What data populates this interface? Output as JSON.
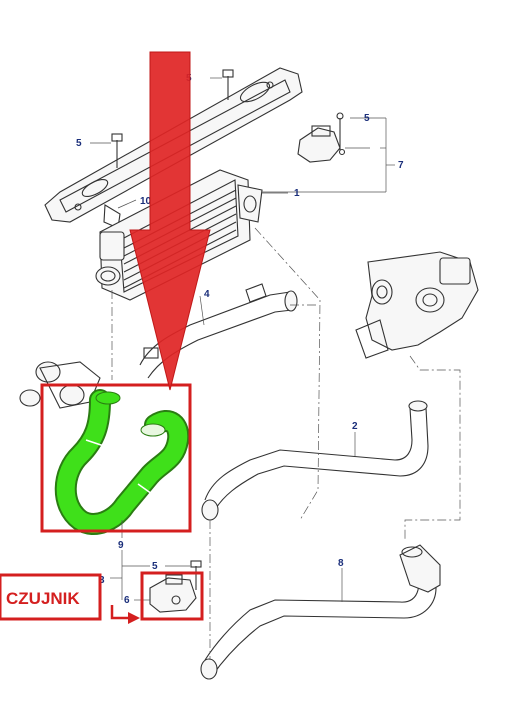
{
  "callouts": {
    "sensor_label": "CZUJNIK",
    "arrow_color": "#e02424",
    "highlight_color": "#d41f1f",
    "hose_highlight_color": "#3fe01a"
  },
  "part_numbers": {
    "n1": "1",
    "n2": "2",
    "n3": "3",
    "n4": "4",
    "n5_top": "5",
    "n5_left": "5",
    "n5_right": "5",
    "n5_bottom": "5",
    "n6": "6",
    "n7": "7",
    "n8": "8",
    "n9": "9",
    "n10": "10"
  },
  "icons": {
    "down_arrow": "red-down-arrow-icon",
    "side_arrow": "red-right-arrow-icon"
  }
}
